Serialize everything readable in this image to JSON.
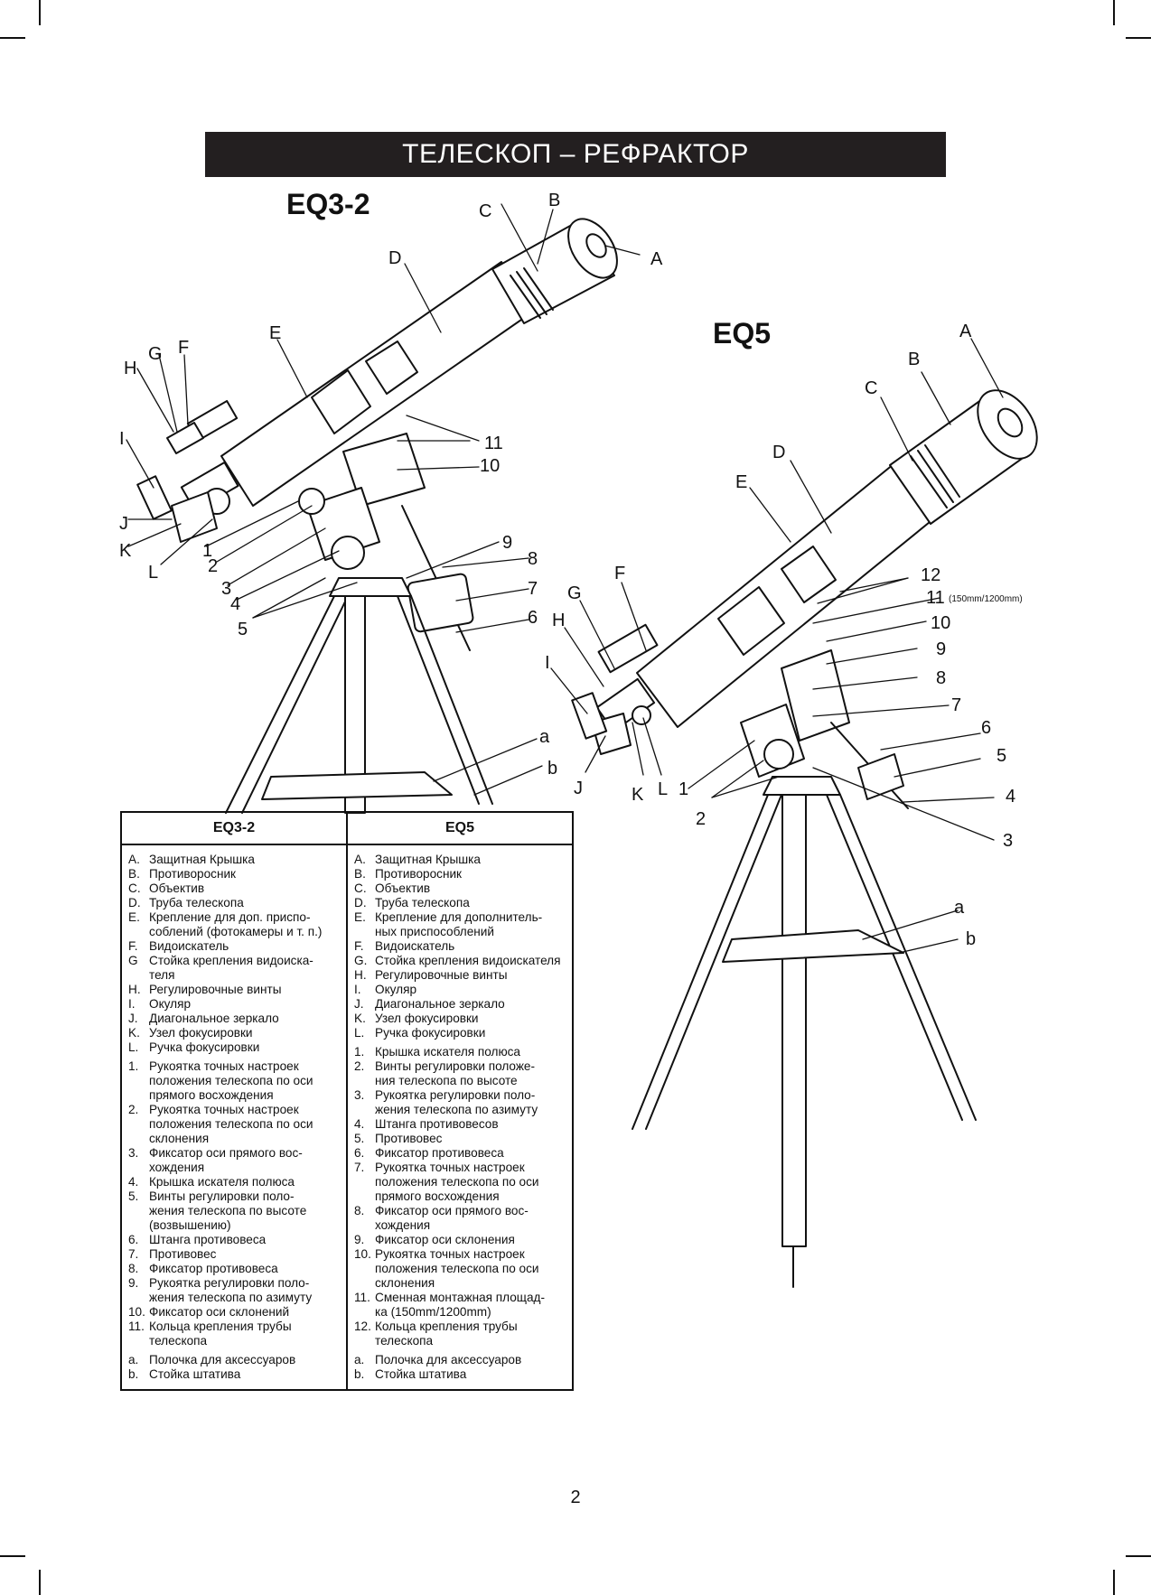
{
  "banner_title": "ТЕЛЕСКОП – РЕФРАКТОР",
  "models": {
    "left": "EQ3-2",
    "right": "EQ5"
  },
  "eq3_callouts": {
    "A": "A",
    "B": "B",
    "C": "C",
    "D": "D",
    "E": "E",
    "F": "F",
    "G": "G",
    "H": "H",
    "I": "I",
    "J": "J",
    "K": "K",
    "L": "L",
    "n1": "1",
    "n2": "2",
    "n3": "3",
    "n4": "4",
    "n5": "5",
    "n6": "6",
    "n7": "7",
    "n8": "8",
    "n9": "9",
    "n10": "10",
    "n11": "11",
    "a": "a",
    "b": "b"
  },
  "eq5_callouts": {
    "A": "A",
    "B": "B",
    "C": "C",
    "D": "D",
    "E": "E",
    "F": "F",
    "G": "G",
    "H": "H",
    "I": "I",
    "J": "J",
    "K": "K",
    "L": "L",
    "n1": "1",
    "n2": "2",
    "n3": "3",
    "n4": "4",
    "n5": "5",
    "n6": "6",
    "n7": "7",
    "n8": "8",
    "n9": "9",
    "n10": "10",
    "n11": "11",
    "n11_note": "(150mm/1200mm)",
    "n12": "12",
    "a": "a",
    "b": "b"
  },
  "legend": {
    "col_left_title": "EQ3-2",
    "col_right_title": "EQ5",
    "left_groups": [
      [
        {
          "k": "A.",
          "t": "Защитная Крышка"
        },
        {
          "k": "B.",
          "t": "Противоросник"
        },
        {
          "k": "C.",
          "t": "Объектив"
        },
        {
          "k": "D.",
          "t": "Труба телескопа"
        },
        {
          "k": "E.",
          "t": "Крепление для доп. приспо-\nсоблений (фотокамеры и т. п.)"
        },
        {
          "k": "F.",
          "t": "Видоискатель"
        },
        {
          "k": "G",
          "t": "Стойка крепления видоиска-\nтеля"
        },
        {
          "k": "H.",
          "t": "Регулировочные винты"
        },
        {
          "k": "I.",
          "t": "Окуляр"
        },
        {
          "k": "J.",
          "t": "Диагональное зеркало"
        },
        {
          "k": "K.",
          "t": "Узел фокусировки"
        },
        {
          "k": "L.",
          "t": "Ручка фокусировки"
        }
      ],
      [
        {
          "k": "1.",
          "t": "Рукоятка точных настроек\nположения телескопа по оси\nпрямого восхождения"
        },
        {
          "k": "2.",
          "t": "Рукоятка точных настроек\nположения телескопа по оси\nсклонения"
        },
        {
          "k": "3.",
          "t": "Фиксатор оси прямого вос-\nхождения"
        },
        {
          "k": "4.",
          "t": "Крышка искателя полюса"
        },
        {
          "k": "5.",
          "t": "Винты регулировки поло-\nжения телескопа по высоте\n(возвышению)"
        },
        {
          "k": "6.",
          "t": "Штанга противовеса"
        },
        {
          "k": "7.",
          "t": "Противовес"
        },
        {
          "k": "8.",
          "t": "Фиксатор противовеса"
        },
        {
          "k": "9.",
          "t": "Рукоятка регулировки поло-\nжения телескопа по азимуту"
        },
        {
          "k": "10.",
          "t": "Фиксатор оси склонений"
        },
        {
          "k": "11.",
          "t": "Кольца крепления трубы\nтелескопа"
        }
      ],
      [
        {
          "k": "a.",
          "t": "Полочка для аксессуаров"
        },
        {
          "k": "b.",
          "t": "Стойка штатива"
        }
      ]
    ],
    "right_groups": [
      [
        {
          "k": "A.",
          "t": "Защитная Крышка"
        },
        {
          "k": "B.",
          "t": "Противоросник"
        },
        {
          "k": "C.",
          "t": "Объектив"
        },
        {
          "k": "D.",
          "t": "Труба телескопа"
        },
        {
          "k": "E.",
          "t": "Крепление для дополнитель-\nных приспособлений"
        },
        {
          "k": "F.",
          "t": "Видоискатель"
        },
        {
          "k": "G.",
          "t": "Стойка крепления видоискателя"
        },
        {
          "k": "H.",
          "t": "Регулировочные винты"
        },
        {
          "k": "I.",
          "t": "Окуляр"
        },
        {
          "k": "J.",
          "t": "Диагональное зеркало"
        },
        {
          "k": "K.",
          "t": "Узел фокусировки"
        },
        {
          "k": "L.",
          "t": "Ручка фокусировки"
        }
      ],
      [
        {
          "k": "1.",
          "t": "Крышка искателя полюса"
        },
        {
          "k": "2.",
          "t": "Винты регулировки положе-\nния телескопа по высоте"
        },
        {
          "k": "3.",
          "t": "Рукоятка регулировки поло-\nжения телескопа по азимуту"
        },
        {
          "k": "4.",
          "t": "Штанга противовесов"
        },
        {
          "k": "5.",
          "t": "Противовес"
        },
        {
          "k": "6.",
          "t": "Фиксатор противовеса"
        },
        {
          "k": "7.",
          "t": "Рукоятка точных настроек\nположения телескопа по оси\nпрямого восхождения"
        },
        {
          "k": "8.",
          "t": "Фиксатор оси прямого вос-\nхождения"
        },
        {
          "k": "9.",
          "t": "Фиксатор оси склонения"
        },
        {
          "k": "10.",
          "t": "Рукоятка точных настроек\nположения телескопа по оси\nсклонения"
        },
        {
          "k": "11.",
          "t": "Сменная монтажная площад-\nка (150mm/1200mm)"
        },
        {
          "k": "12.",
          "t": "Кольца крепления трубы\nтелескопа"
        }
      ],
      [
        {
          "k": "a.",
          "t": "Полочка для аксессуаров"
        },
        {
          "k": "b.",
          "t": "Стойка штатива"
        }
      ]
    ]
  },
  "page_number": "2"
}
